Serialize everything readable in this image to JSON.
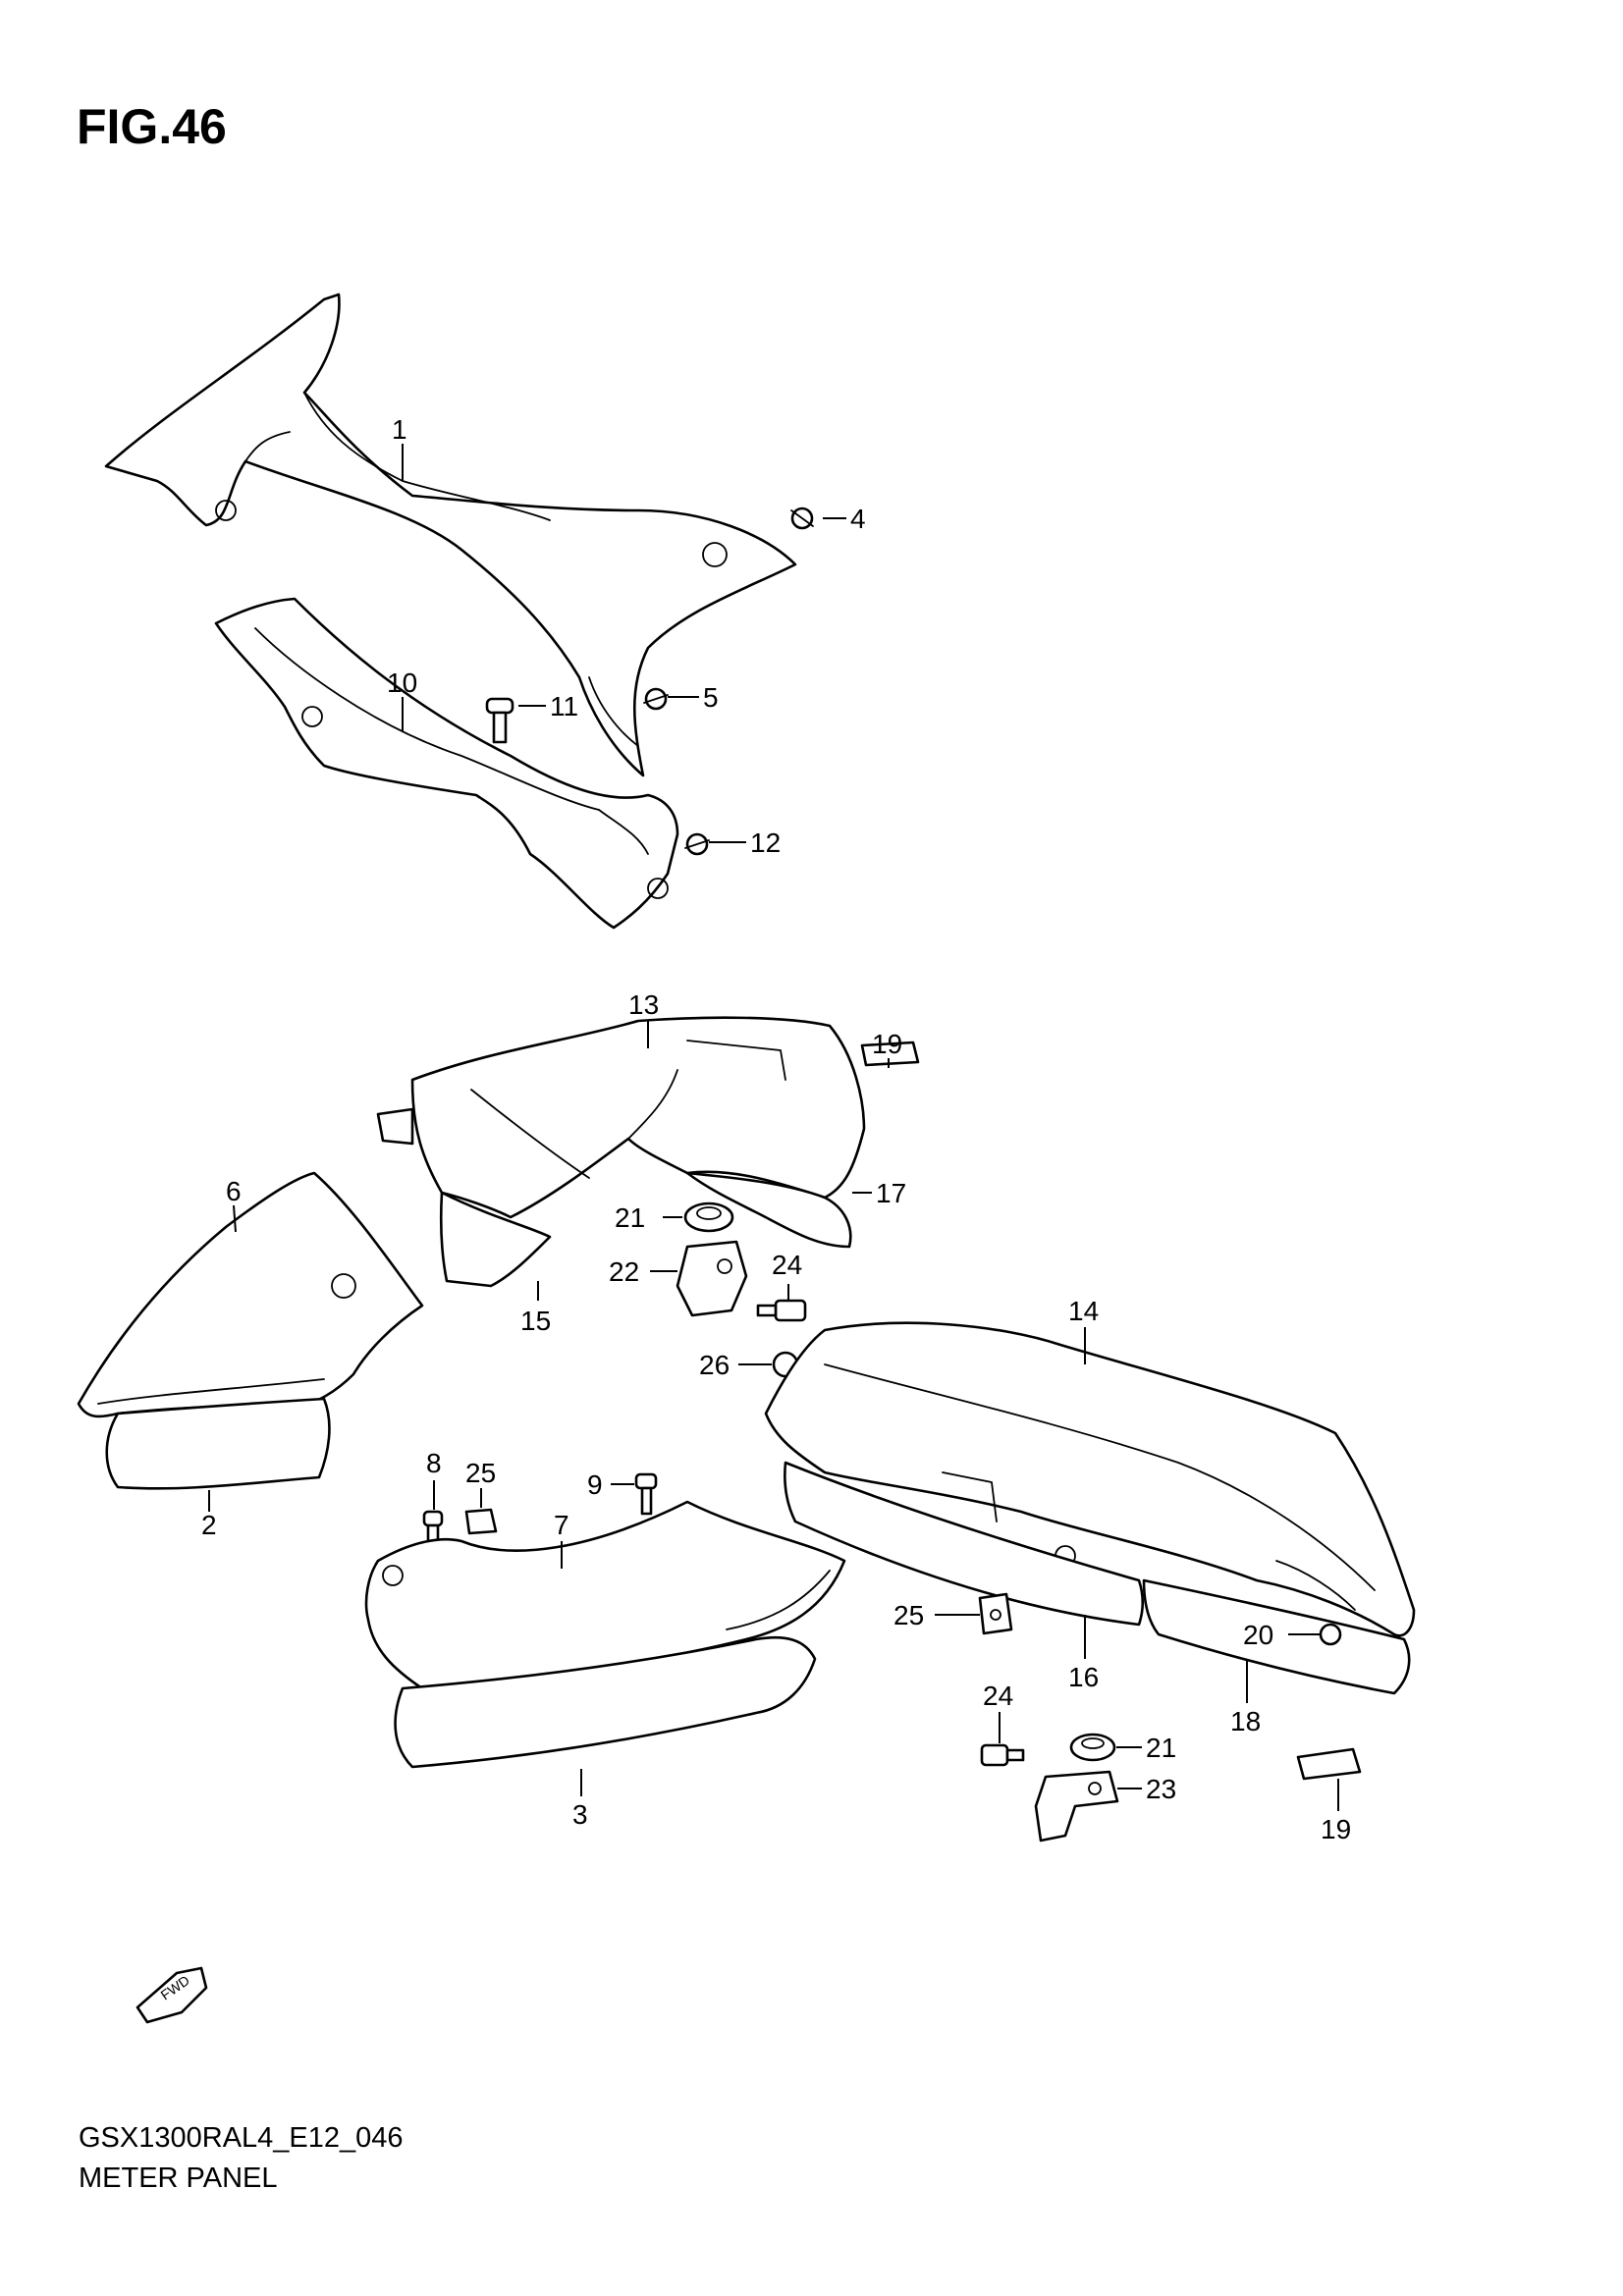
{
  "figure": {
    "title": "FIG.46",
    "model_code": "GSX1300RAL4_E12_046",
    "name": "METER PANEL"
  },
  "fwd_marker": {
    "text": "FWD",
    "icon": "fwd-arrow-icon"
  },
  "callouts": [
    {
      "id": "c1",
      "label": "1"
    },
    {
      "id": "c4",
      "label": "4"
    },
    {
      "id": "c10",
      "label": "10"
    },
    {
      "id": "c11",
      "label": "11"
    },
    {
      "id": "c5",
      "label": "5"
    },
    {
      "id": "c12",
      "label": "12"
    },
    {
      "id": "c13",
      "label": "13"
    },
    {
      "id": "c19a",
      "label": "19"
    },
    {
      "id": "c6",
      "label": "6"
    },
    {
      "id": "c17",
      "label": "17"
    },
    {
      "id": "c21a",
      "label": "21"
    },
    {
      "id": "c24a",
      "label": "24"
    },
    {
      "id": "c22",
      "label": "22"
    },
    {
      "id": "c15",
      "label": "15"
    },
    {
      "id": "c14",
      "label": "14"
    },
    {
      "id": "c26",
      "label": "26"
    },
    {
      "id": "c8",
      "label": "8"
    },
    {
      "id": "c25a",
      "label": "25"
    },
    {
      "id": "c9",
      "label": "9"
    },
    {
      "id": "c7",
      "label": "7"
    },
    {
      "id": "c2",
      "label": "2"
    },
    {
      "id": "c25b",
      "label": "25"
    },
    {
      "id": "c16",
      "label": "16"
    },
    {
      "id": "c20",
      "label": "20"
    },
    {
      "id": "c18",
      "label": "18"
    },
    {
      "id": "c24b",
      "label": "24"
    },
    {
      "id": "c21b",
      "label": "21"
    },
    {
      "id": "c23",
      "label": "23"
    },
    {
      "id": "c3",
      "label": "3"
    },
    {
      "id": "c19b",
      "label": "19"
    }
  ]
}
